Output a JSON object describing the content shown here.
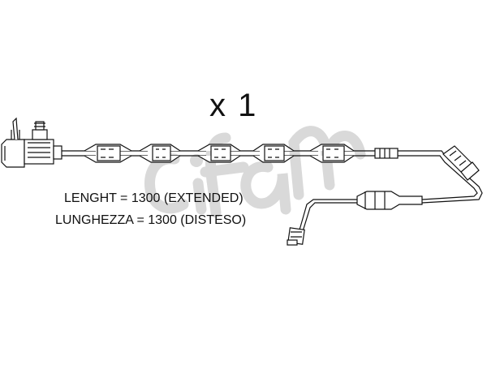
{
  "quantity_label": "x 1",
  "length_label_en": "LENGHT = 1300 (EXTENDED)",
  "length_label_it": "LUNGHEZZA = 1300 (DISTESO)",
  "watermark": "cifam",
  "colors": {
    "line": "#111111",
    "watermark": "#d9d9d9",
    "background": "#ffffff"
  }
}
